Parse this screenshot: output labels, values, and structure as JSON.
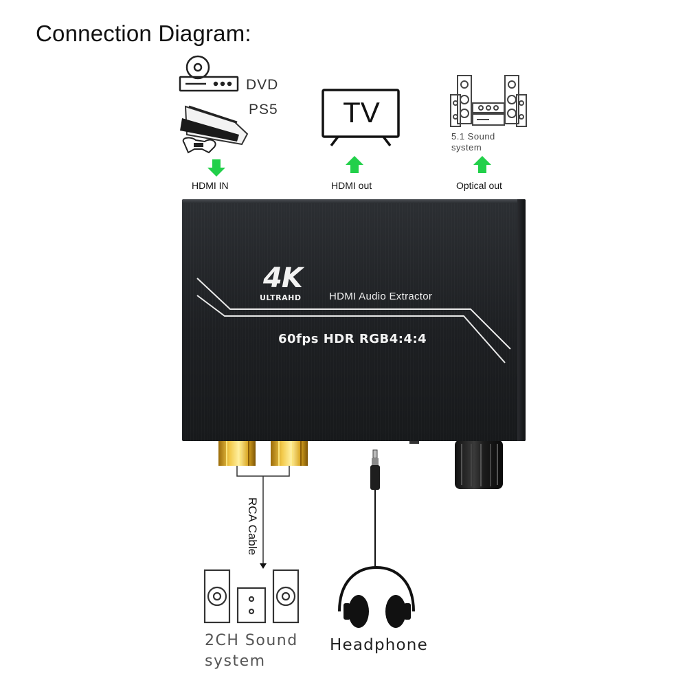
{
  "title": "Connection Diagram:",
  "sources": {
    "dvd": "DVD",
    "ps5": "PS5"
  },
  "tv": "TV",
  "sound_51": {
    "line1": "5.1 Sound",
    "line2": "system"
  },
  "ports": {
    "hdmi_in": "HDMI IN",
    "hdmi_out": "HDMI out",
    "optical_out": "Optical out"
  },
  "device": {
    "logo_4k": "4K",
    "logo_ultrahd": "ULTRAHD",
    "product_name": "HDMI Audio Extractor",
    "spec": "60fps HDR  RGB4:4:4"
  },
  "rca_cable": "RCA Cable",
  "two_ch": {
    "line1": "2CH Sound",
    "line2": "system"
  },
  "headphone": "Headphone",
  "colors": {
    "arrow": "#22d04a",
    "device": "#1f2124",
    "gold": "#d9a520"
  },
  "icons": [
    "dvd-player-icon",
    "ps5-console-icon",
    "tv-icon",
    "home-theater-icon",
    "speaker-icon",
    "headphone-icon",
    "audio-jack-icon",
    "knob-icon"
  ]
}
